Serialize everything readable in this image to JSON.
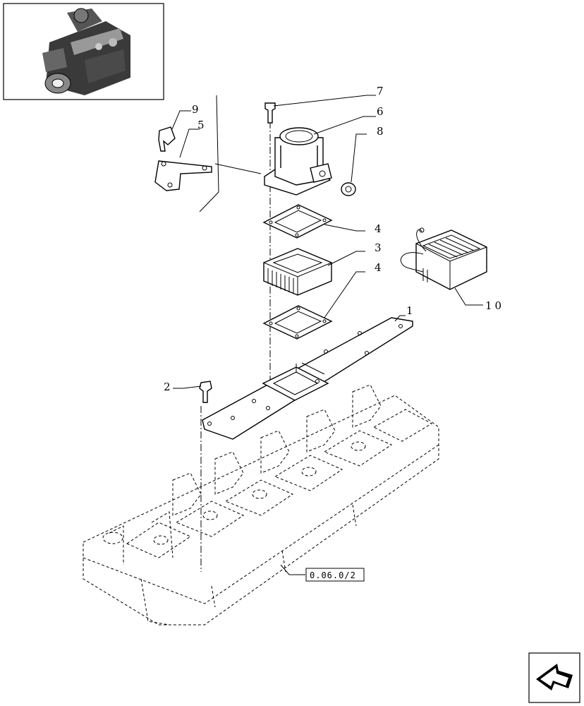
{
  "thumbnail": {
    "icon": "engine-thumbnail-icon"
  },
  "callouts": [
    {
      "id": "c7",
      "label": "7"
    },
    {
      "id": "c6",
      "label": "6"
    },
    {
      "id": "c8",
      "label": "8"
    },
    {
      "id": "c9",
      "label": "9"
    },
    {
      "id": "c5",
      "label": "5"
    },
    {
      "id": "c4a",
      "label": "4"
    },
    {
      "id": "c3",
      "label": "3"
    },
    {
      "id": "c4b",
      "label": "4"
    },
    {
      "id": "c10",
      "label": "10"
    },
    {
      "id": "c1",
      "label": "1"
    },
    {
      "id": "c2",
      "label": "2"
    }
  ],
  "reference": {
    "label": "0.06.0/2"
  },
  "nav": {
    "icon": "next-page-arrow-icon"
  },
  "colors": {
    "line": "#000000",
    "background": "#ffffff"
  }
}
